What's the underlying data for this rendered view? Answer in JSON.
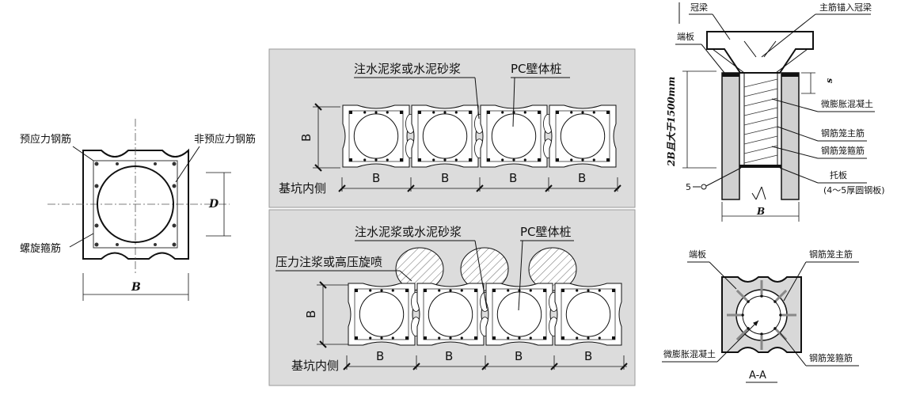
{
  "left": {
    "prestressed_label": "预应力钢筋",
    "non_prestressed_label": "非预应力钢筋",
    "spiral_label": "螺旋箍筋",
    "dim_d": "D",
    "dim_b": "B"
  },
  "top_panel": {
    "grout_label": "注水泥浆或水泥砂浆",
    "pile_label": "PC壁体桩",
    "side_dim": "B",
    "pit_label": "基坑内侧",
    "widths": [
      "B",
      "B",
      "B",
      "B"
    ]
  },
  "bottom_panel": {
    "grout_label": "注水泥浆或水泥砂浆",
    "pile_label": "PC壁体桩",
    "pressure_label": "压力注浆或高压旋喷",
    "side_dim": "B",
    "pit_label": "基坑内侧",
    "widths": [
      "B",
      "B",
      "B",
      "B"
    ]
  },
  "right": {
    "cap_beam": "冠梁",
    "anchor": "主筋锚入冠梁",
    "end_plate": "端板",
    "s_dim": "s",
    "length_dim": "2B且大于1500mm",
    "micro_concrete": "微膨胀混凝土",
    "cage_main": "钢筋笼主筋",
    "cage_stirrup": "钢筋笼箍筋",
    "support_plate": "托板",
    "support_note": "(4～5厚圆钢板)",
    "weld_symbol": "5",
    "b_dim": "B"
  },
  "section": {
    "end_plate": "端板",
    "cage_main": "钢筋笼主筋",
    "micro_concrete": "微膨胀混凝土",
    "cage_stirrup": "钢筋笼箍筋",
    "title": "A-A"
  }
}
